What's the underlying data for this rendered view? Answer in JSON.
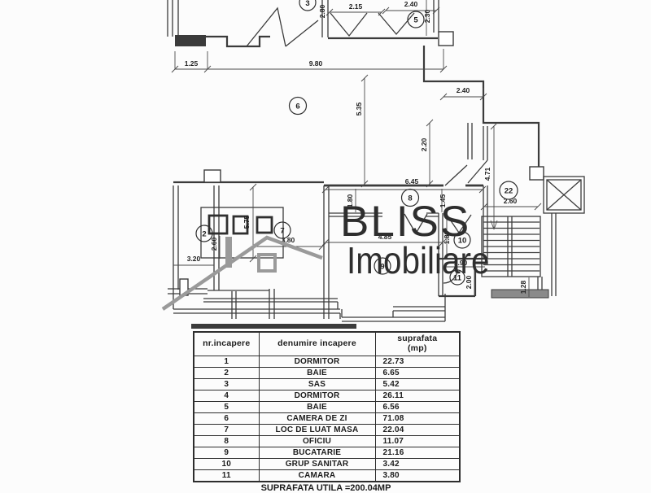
{
  "logo": {
    "brand": "BLISS",
    "line2": "Imobiliare"
  },
  "rooms": {
    "r2": "2",
    "r3": "3",
    "r5": "5",
    "r6": "6",
    "r7": "7",
    "r8": "8",
    "r9": "9",
    "r10": "10",
    "r11": "11",
    "r22": "22"
  },
  "dims": {
    "d125": "1.25",
    "d980": "9.80",
    "d535": "5.35",
    "d240a": "2.40",
    "d220": "2.20",
    "d645": "6.45",
    "d180a": "1.80",
    "d145": "1.45",
    "d485": "4.85",
    "d180b": "1.80",
    "d190": "1.90",
    "d200": "2.00",
    "d471": "4.71",
    "d260a": "2.60",
    "d128": "1.28",
    "d215": "2.15",
    "d240b": "2.40",
    "d230": "2.30",
    "d280": "2.80",
    "d575": "5.75",
    "d380": "3.80",
    "d320": "3.20",
    "d260b": "2.60"
  },
  "table": {
    "headers": {
      "col1": "nr.incapere",
      "col2": "denumire incapere",
      "col3_line1": "suprafata",
      "col3_line2": "(mp)"
    },
    "rows": [
      {
        "nr": "1",
        "name": "DORMITOR",
        "area": "22.73"
      },
      {
        "nr": "2",
        "name": "BAIE",
        "area": "6.65"
      },
      {
        "nr": "3",
        "name": "SAS",
        "area": "5.42"
      },
      {
        "nr": "4",
        "name": "DORMITOR",
        "area": "26.11"
      },
      {
        "nr": "5",
        "name": "BAIE",
        "area": "6.56"
      },
      {
        "nr": "6",
        "name": "CAMERA DE ZI",
        "area": "71.08"
      },
      {
        "nr": "7",
        "name": "LOC DE LUAT MASA",
        "area": "22.04"
      },
      {
        "nr": "8",
        "name": "OFICIU",
        "area": "11.07"
      },
      {
        "nr": "9",
        "name": "BUCATARIE",
        "area": "21.16"
      },
      {
        "nr": "10",
        "name": "GRUP SANITAR",
        "area": "3.42"
      },
      {
        "nr": "11",
        "name": "CAMARA",
        "area": "3.80"
      }
    ],
    "footer": "SUPRAFATA UTILA =200.04MP"
  }
}
